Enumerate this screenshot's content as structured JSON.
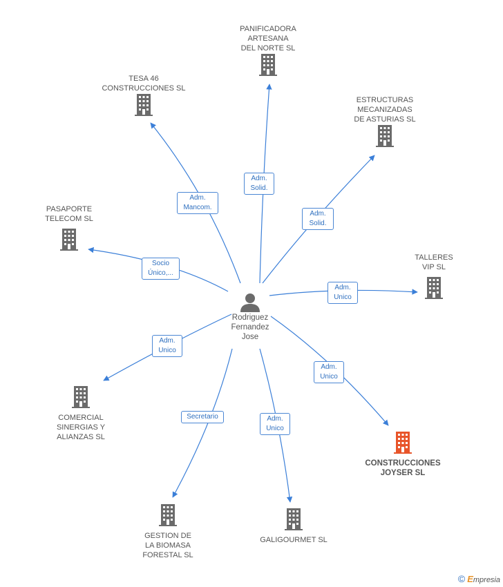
{
  "person": {
    "name": "Rodriguez\nFernandez\nJose"
  },
  "companies": [
    {
      "id": "panificadora",
      "label": "PANIFICADORA\nARTESANA\nDEL NORTE SL"
    },
    {
      "id": "tesa",
      "label": "TESA 46\nCONSTRUCCIONES SL"
    },
    {
      "id": "estructuras",
      "label": "ESTRUCTURAS\nMECANIZADAS\nDE ASTURIAS SL"
    },
    {
      "id": "pasaporte",
      "label": "PASAPORTE\nTELECOM SL"
    },
    {
      "id": "talleres",
      "label": "TALLERES\nVIP SL"
    },
    {
      "id": "comercial",
      "label": "COMERCIAL\nSINERGIAS Y\nALIANZAS SL"
    },
    {
      "id": "joyser",
      "label": "CONSTRUCCIONES\nJOYSER SL"
    },
    {
      "id": "gestion",
      "label": "GESTION DE\nLA BIOMASA\nFORESTAL SL"
    },
    {
      "id": "galigourmet",
      "label": "GALIGOURMET SL"
    }
  ],
  "roles": [
    {
      "id": "panificadora",
      "label": "Adm.\nSolid."
    },
    {
      "id": "tesa",
      "label": "Adm.\nMancom."
    },
    {
      "id": "estructuras",
      "label": "Adm.\nSolid."
    },
    {
      "id": "pasaporte",
      "label": "Socio\nÚnico,..."
    },
    {
      "id": "talleres",
      "label": "Adm.\nUnico"
    },
    {
      "id": "comercial",
      "label": "Adm.\nUnico"
    },
    {
      "id": "joyser",
      "label": "Adm.\nUnico"
    },
    {
      "id": "gestion",
      "label": "Secretario"
    },
    {
      "id": "galigourmet",
      "label": "Adm.\nUnico"
    }
  ],
  "colors": {
    "edge": "#3b7fd8",
    "building": "#6b6b6b",
    "highlight_building": "#e8552a",
    "person_icon": "#6b6b6b"
  },
  "footer": {
    "copyright": "©",
    "brand_initial": "E",
    "brand_rest": "mpresia"
  }
}
